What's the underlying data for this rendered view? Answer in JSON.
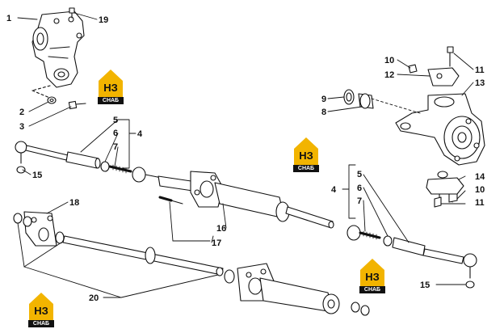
{
  "callouts": [
    {
      "id": "c1",
      "text": "1"
    },
    {
      "id": "c19",
      "text": "19"
    },
    {
      "id": "c2",
      "text": "2"
    },
    {
      "id": "c3",
      "text": "3"
    },
    {
      "id": "c5a",
      "text": "5"
    },
    {
      "id": "c6a",
      "text": "6"
    },
    {
      "id": "c7a",
      "text": "7"
    },
    {
      "id": "c4a",
      "text": "4"
    },
    {
      "id": "c15a",
      "text": "15"
    },
    {
      "id": "c18",
      "text": "18"
    },
    {
      "id": "c16",
      "text": "16"
    },
    {
      "id": "c17",
      "text": "17"
    },
    {
      "id": "c20",
      "text": "20"
    },
    {
      "id": "c10a",
      "text": "10"
    },
    {
      "id": "c12",
      "text": "12"
    },
    {
      "id": "c11a",
      "text": "11"
    },
    {
      "id": "c13",
      "text": "13"
    },
    {
      "id": "c9",
      "text": "9"
    },
    {
      "id": "c8",
      "text": "8"
    },
    {
      "id": "c14",
      "text": "14"
    },
    {
      "id": "c10b",
      "text": "10"
    },
    {
      "id": "c11b",
      "text": "11"
    },
    {
      "id": "c4b",
      "text": "4"
    },
    {
      "id": "c5b",
      "text": "5"
    },
    {
      "id": "c6b",
      "text": "6"
    },
    {
      "id": "c7b",
      "text": "7"
    },
    {
      "id": "c15b",
      "text": "15"
    }
  ],
  "watermark": {
    "letters": "НЗ",
    "sub": "СНАБ"
  },
  "colors": {
    "line": "#111111",
    "logo_yellow": "#f2b400",
    "logo_black": "#111111"
  }
}
